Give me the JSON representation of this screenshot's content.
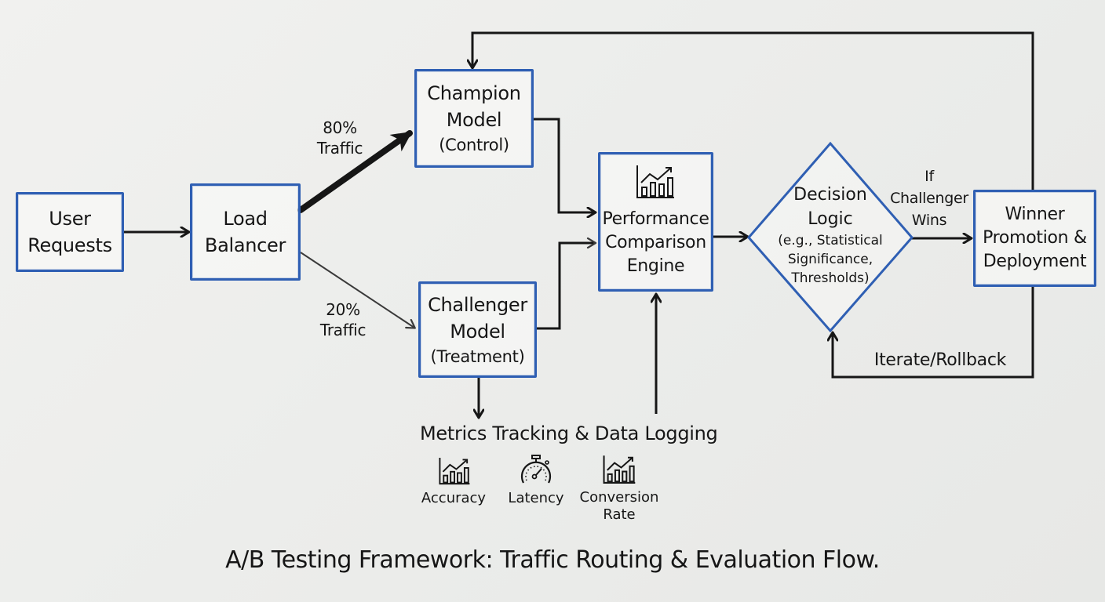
{
  "nodes": {
    "user_requests": [
      "User",
      "Requests"
    ],
    "load_balancer": [
      "Load",
      "Balancer"
    ],
    "champion": [
      "Champion",
      "Model",
      "(Control)"
    ],
    "challenger": [
      "Challenger",
      "Model",
      "(Treatment)"
    ],
    "performance": [
      "Performance",
      "Comparison",
      "Engine"
    ],
    "decision": {
      "title": [
        "Decision",
        "Logic"
      ],
      "detail": [
        "(e.g., Statistical",
        "Significance,",
        "Thresholds)"
      ]
    },
    "winner": [
      "Winner",
      "Promotion &",
      "Deployment"
    ]
  },
  "edge_labels": {
    "champion_traffic": [
      "80%",
      "Traffic"
    ],
    "challenger_traffic": [
      "20%",
      "Traffic"
    ],
    "challenger_wins": [
      "If",
      "Challenger",
      "Wins"
    ],
    "iterate": "Iterate/Rollback"
  },
  "traffic_split": {
    "champion_percent": 80,
    "challenger_percent": 20
  },
  "metrics": {
    "title": "Metrics Tracking & Data Logging",
    "items": [
      {
        "label": [
          "Accuracy"
        ],
        "icon": "bar-chart-trend-icon"
      },
      {
        "label": [
          "Latency"
        ],
        "icon": "stopwatch-icon"
      },
      {
        "label": [
          "Conversion",
          "Rate"
        ],
        "icon": "bar-chart-trend-icon"
      }
    ]
  },
  "caption": "A/B Testing Framework: Traffic Routing & Evaluation Flow.",
  "colors": {
    "box_border": "#2f5fb3",
    "ink": "#161616",
    "background": "#ededeb"
  }
}
